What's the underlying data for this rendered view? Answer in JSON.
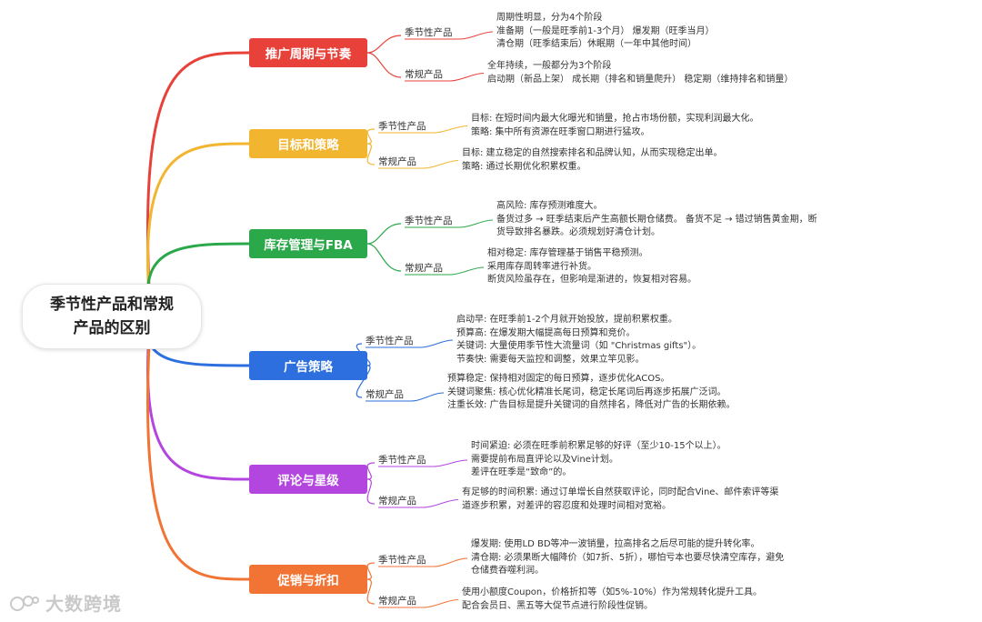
{
  "root": {
    "title": "季节性产品和常规产品的区别"
  },
  "branches": [
    {
      "title": "推广周期与节奏",
      "color": "#e8413a",
      "seasonal": {
        "label": "季节性产品",
        "lines": [
          "周期性明显，分为4个阶段",
          "准备期（一般是旺季前1-3个月）  爆发期（旺季当月）",
          "清仓期（旺季结束后）休眠期（一年中其他时间）"
        ]
      },
      "regular": {
        "label": "常规产品",
        "lines": [
          "全年持续，一般都分为3个阶段",
          "启动期（新品上架）  成长期（排名和销量爬升）  稳定期（维持排名和销量）"
        ]
      }
    },
    {
      "title": "目标和策略",
      "color": "#f2b530",
      "seasonal": {
        "label": "季节性产品",
        "lines": [
          "目标:   在短时间内最大化曝光和销量，抢占市场份额，实现利润最大化。",
          "策略:   集中所有资源在旺季窗口期进行猛攻。"
        ]
      },
      "regular": {
        "label": "常规产品",
        "lines": [
          "目标:   建立稳定的自然搜索排名和品牌认知，从而实现稳定出单。",
          "策略:   通过长期优化积累权重。"
        ]
      }
    },
    {
      "title": "库存管理与FBA",
      "color": "#2aa84a",
      "seasonal": {
        "label": "季节性产品",
        "lines": [
          "高风险:   库存预测难度大。",
          "备货过多 → 旺季结束后产生高额长期仓储费。 备货不足 → 错过销售黄金期，断",
          "货导致排名暴跌。必须规划好清仓计划。"
        ]
      },
      "regular": {
        "label": "常规产品",
        "lines": [
          "相对稳定:   库存管理基于销售平稳预测。",
          "采用库存周转率进行补货。",
          "断货风险虽存在，但影响是渐进的，恢复相对容易。"
        ]
      }
    },
    {
      "title": "广告策略",
      "color": "#2d6fde",
      "seasonal": {
        "label": "季节性产品",
        "lines": [
          "启动早:   在旺季前1-2个月就开始投放，提前积累权重。",
          "预算高:   在爆发期大幅提高每日预算和竞价。",
          "关键词:   大量使用季节性大流量词（如 \"Christmas gifts\"）。",
          "节奏快:   需要每天监控和调整，效果立竿见影。"
        ]
      },
      "regular": {
        "label": "常规产品",
        "lines": [
          "预算稳定:   保持相对固定的每日预算，逐步优化ACOS。",
          "关键词聚焦:   核心优化精准长尾词，稳定长尾词后再逐步拓展广泛词。",
          "注重长效:   广告目标是提升关键词的自然排名，降低对广告的长期依赖。"
        ]
      }
    },
    {
      "title": "评论与星级",
      "color": "#b446e0",
      "seasonal": {
        "label": "季节性产品",
        "lines": [
          "时间紧迫:   必须在旺季前积累足够的好评（至少10-15个以上）。",
          "需要提前布局直评论以及Vine计划。",
          "差评在旺季是“致命”的。"
        ]
      },
      "regular": {
        "label": "常规产品",
        "lines": [
          "有足够的时间积累:   通过订单增长自然获取评论，同时配合Vine、邮件索评等渠",
          "道逐步积累，对差评的容忍度和处理时间相对宽裕。"
        ]
      }
    },
    {
      "title": "促销与折扣",
      "color": "#f27434",
      "seasonal": {
        "label": "季节性产品",
        "lines": [
          "爆发期:   使用LD BD等冲一波销量，拉高排名之后尽可能的提升转化率。",
          "清仓期:   必须果断大幅降价（如7折、5折），哪怕亏本也要尽快清空库存，避免",
          "仓储费吞噬利润。"
        ]
      },
      "regular": {
        "label": "常规产品",
        "lines": [
          "使用小额度Coupon，价格折扣等（如5%-10%）作为常规转化提升工具。",
          "配合会员日、黑五等大促节点进行阶段性促销。"
        ]
      }
    }
  ],
  "watermark": {
    "text": "大数跨境"
  }
}
